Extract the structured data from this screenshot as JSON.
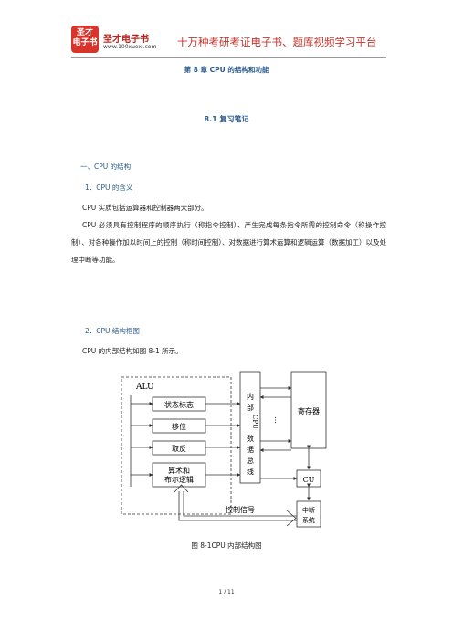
{
  "header": {
    "logo_line1": "圣才",
    "logo_line2": "电子书",
    "brand": "圣才电子书",
    "url": "www.100xuexi.com",
    "slogan": "十万种考研考证电子书、题库视频学习平台"
  },
  "chapter_title": "第 8 章 CPU 的结构和功能",
  "section_title": "8.1 复习笔记",
  "heading1": "一、CPU 的结构",
  "sub1": "1．CPU 的含义",
  "para1": "CPU 实质包括运算器和控制器两大部分。",
  "para2": "CPU 必须具有控制程序的顺序执行（称指令控制）、产生完成每条指令所需的控制命令（称操作控制）、对各种操作加以时间上的控制（称时间控制）、对数据进行算术运算和逻辑运算（数据加工）以及处理中断等功能。",
  "sub2": "2．CPU 结构框图",
  "para3": "CPU 的内部结构如图 8-1 所示。",
  "figure": {
    "alu": "ALU",
    "status": "状态标志",
    "shift": "移位",
    "negate": "取反",
    "arith": "算术和",
    "arith2": "布尔逻辑",
    "bus": [
      "内",
      "部",
      "CPU",
      "数",
      "据",
      "总",
      "线"
    ],
    "dots": "…",
    "registers": "寄存器",
    "cu": "CU",
    "interrupt1": "中断",
    "interrupt2": "系统",
    "control": "控制信号"
  },
  "caption": "图 8-1CPU 内部结构图",
  "page": "1 / 11"
}
